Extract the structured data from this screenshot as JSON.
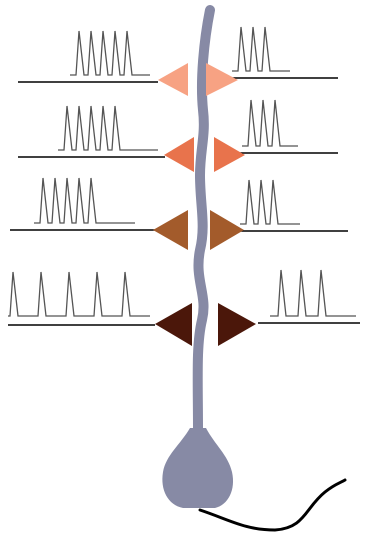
{
  "diagram": {
    "colors": {
      "background": "#ffffff",
      "neuron": "#878aa5",
      "axon": "#000000",
      "trace": "#555555",
      "axis": "#000000"
    },
    "neuron_parts": [
      {
        "name": "apical-dendrite",
        "color": "#878aa5"
      },
      {
        "name": "soma",
        "color": "#878aa5"
      },
      {
        "name": "axon",
        "color": "#000000"
      }
    ],
    "input_rows": [
      {
        "level": 1,
        "synapse_color": "#f7a283",
        "left_spike_count": 5,
        "right_spike_count": 3
      },
      {
        "level": 2,
        "synapse_color": "#e8734c",
        "left_spike_count": 5,
        "right_spike_count": 3
      },
      {
        "level": 3,
        "synapse_color": "#a35b2b",
        "left_spike_count": 5,
        "right_spike_count": 3
      },
      {
        "level": 4,
        "synapse_color": "#4b170a",
        "left_spike_count": 5,
        "right_spike_count": 3
      }
    ]
  }
}
